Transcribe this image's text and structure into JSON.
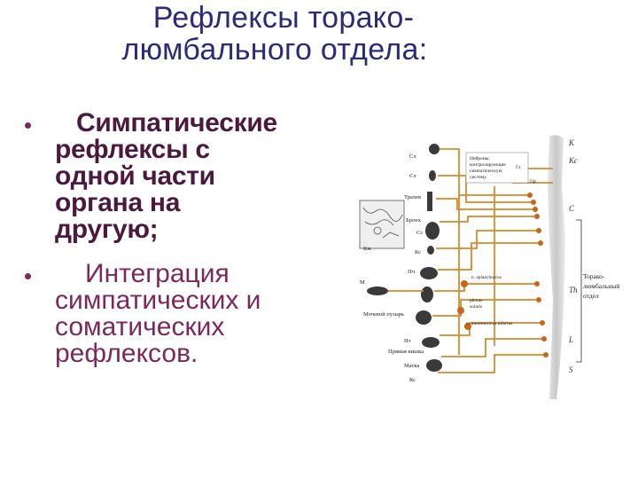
{
  "title": {
    "line1": "Рефлексы торако-",
    "line2": "люмбального отдела:"
  },
  "bullets": [
    {
      "lines": [
        "Симпатические",
        "рефлексы с",
        "одной части",
        "органа на",
        "другую;"
      ]
    },
    {
      "lines": [
        "Интеграция",
        "симпатических и",
        "соматических",
        "рефлексов."
      ]
    }
  ],
  "colors": {
    "title": "#2b2b78",
    "bullet_bold": "#4a1a3e",
    "bullet_regular": "#7a2a5a",
    "nerve": "#d98a2b",
    "spine": "#cfcfcf"
  },
  "diagram": {
    "organ_labels": [
      "Сл",
      "Сл",
      "Трахея",
      "Бронх",
      "Сс",
      "Кс",
      "Пч",
      "М",
      "Мочевой пузырь",
      "Пт",
      "Прямая кишка",
      "Матка",
      "Кс",
      "Кж"
    ],
    "center_labels": [
      "Нейроны,",
      "контролирующие",
      "симпатическую",
      "систему",
      "Гл",
      "Гф",
      "n. splanchnicus",
      "plexus",
      "solaris",
      "n. mesentericus inferius"
    ],
    "segment_labels": [
      "К",
      "Кс",
      "C",
      "Th",
      "L",
      "S"
    ],
    "side_label_lines": [
      "Торако-",
      "люмбальный",
      "отдел"
    ]
  }
}
